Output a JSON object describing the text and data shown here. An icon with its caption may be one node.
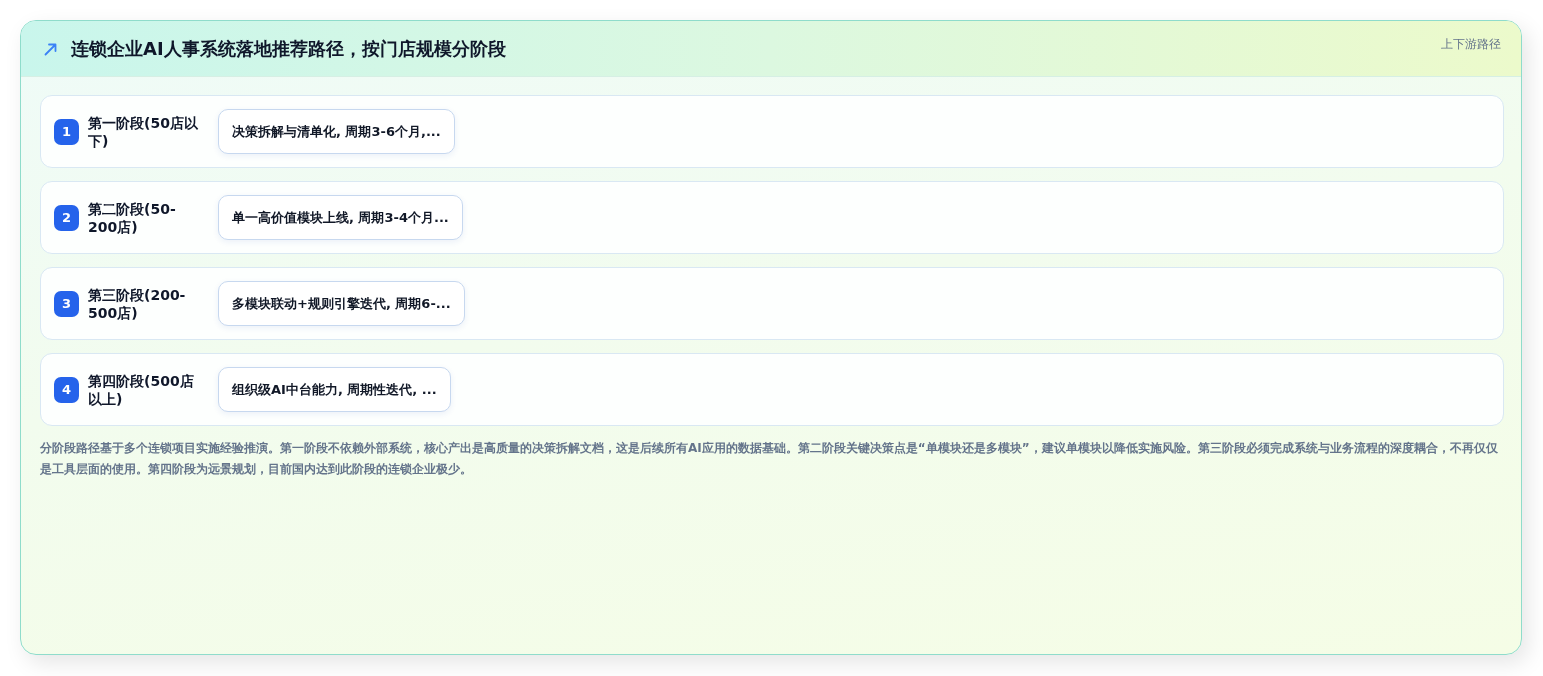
{
  "diagram": {
    "title": "连锁企业AI人事系统落地推荐路径，按门店规模分阶段",
    "nodes": [
      {
        "text": [
          "第一阶段(50店以下)"
        ]
      },
      {
        "text": [
          "1"
        ],
        "in": 0
      },
      {
        "text": [
          "决策拆解与清单化, 周期3-6个月,..."
        ],
        "in": 0
      },
      {
        "text": [
          "第二阶段(50-200店)"
        ]
      },
      {
        "text": [
          "2"
        ],
        "in": 3
      },
      {
        "text": [
          "单一高价值模块上线, 周期3-4个月..."
        ],
        "in": 3
      },
      {
        "text": [
          "第三阶段(200-500店)"
        ]
      },
      {
        "text": [
          "3"
        ],
        "in": 6
      },
      {
        "text": [
          "多模块联动+规则引擎迭代, 周期6-..."
        ],
        "in": 6
      },
      {
        "text": [
          "第四阶段(500店以上)"
        ]
      },
      {
        "text": [
          "4"
        ],
        "in": 9
      },
      {
        "text": [
          "组织级AI中台能力, 周期性迭代, ..."
        ],
        "in": 9
      }
    ],
    "labels": [
      "上下游路径"
    ],
    "caption": "分阶段路径基于多个连锁项目实施经验推演。第一阶段不依赖外部系统，核心产出是高质量的决策拆解文档，这是后续所有AI应用的数据基础。第二阶段关键决策点是“单模块还是多模块”，建议单模块以降低实施风险。第三阶段必须完成系统与业务流程的深度耦合，不再仅仅是工具层面的使用。第四阶段为远景规划，目前国内达到此阶段的连锁企业极少。"
  }
}
